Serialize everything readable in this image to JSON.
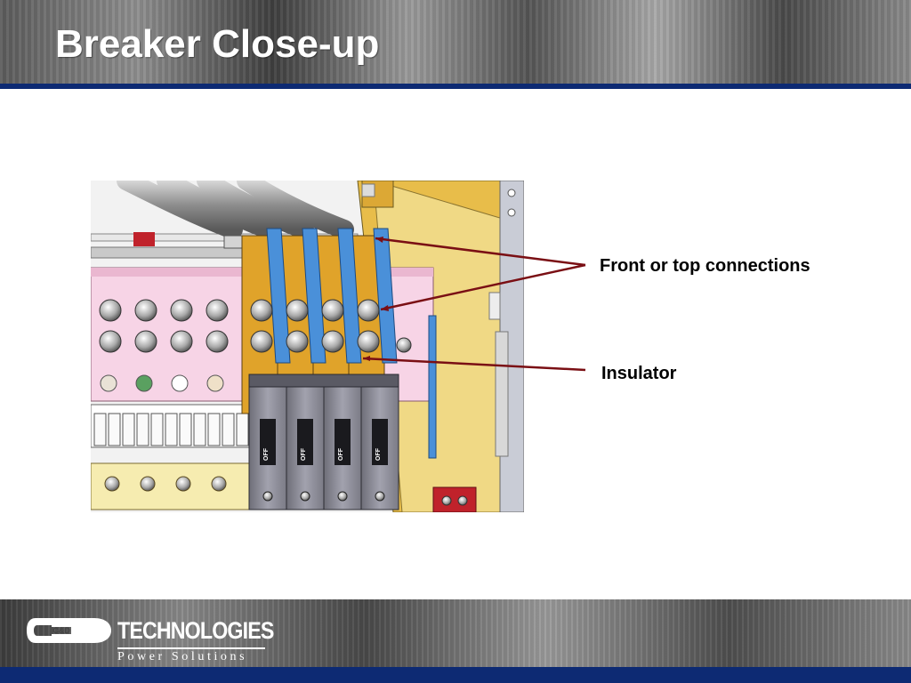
{
  "slide": {
    "title": "Breaker Close-up"
  },
  "figure": {
    "callouts": [
      {
        "label": "Front or top connections"
      },
      {
        "label": "Insulator"
      }
    ],
    "breaker_switch_text": "OFF"
  },
  "footer": {
    "logo_mark_text": "C&D",
    "logo_wordmark": "TECHNOLOGIES",
    "logo_tagline": "Power Solutions"
  },
  "colors": {
    "title_band_blue": "#0d2a73",
    "callout_line": "#7a0f14",
    "bus_blue": "#4a90d9",
    "bus_gold": "#e0a32a",
    "panel_pink": "#f7d4e6",
    "breaker_grey": "#8d8d99"
  }
}
